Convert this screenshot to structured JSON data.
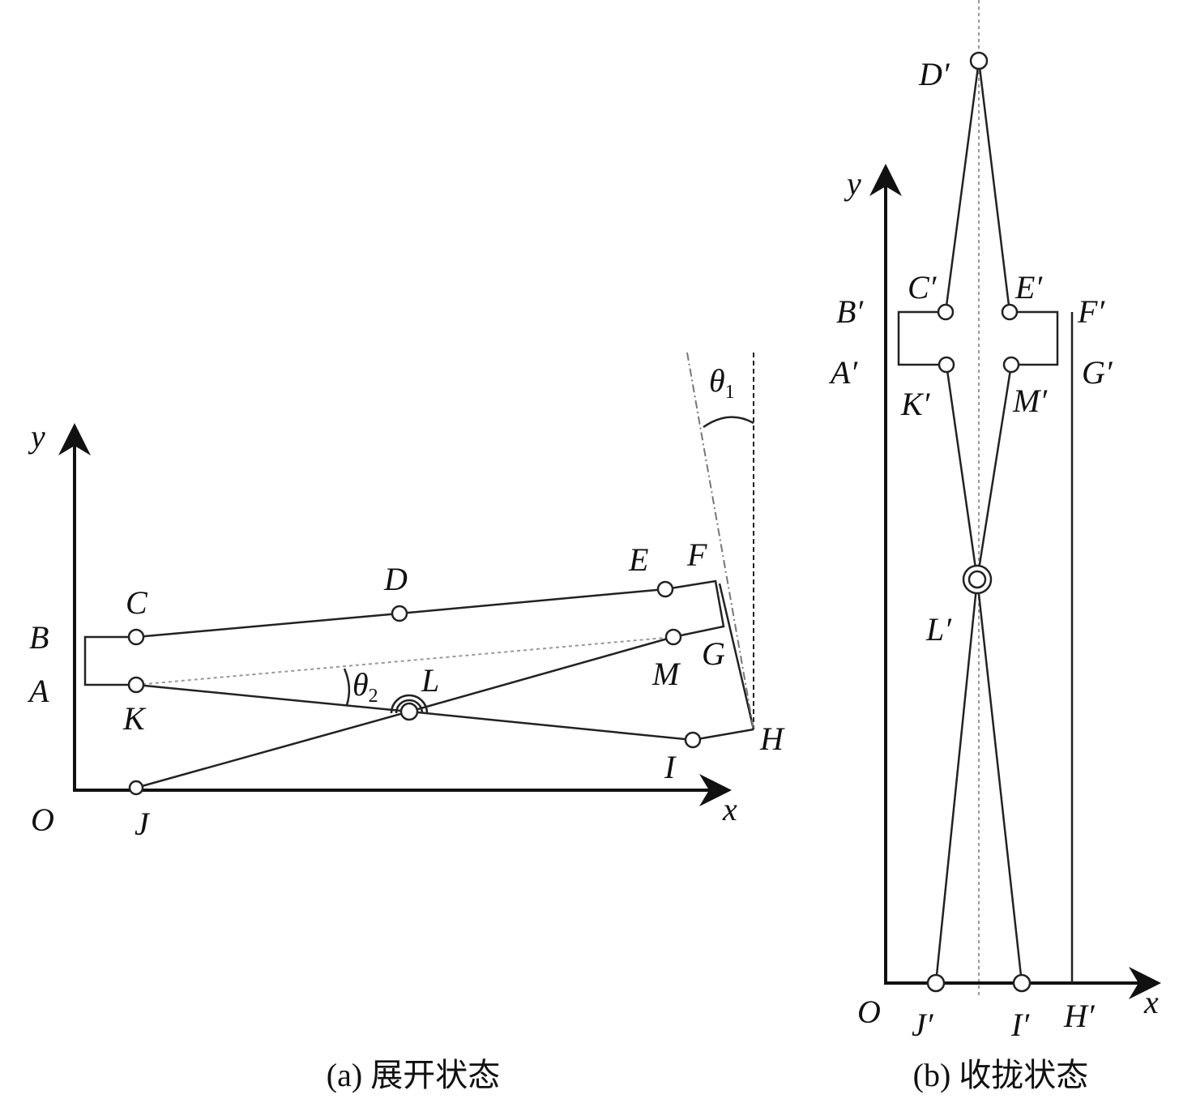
{
  "panel_a": {
    "caption": "(a) 展开状态",
    "labels": {
      "y": "y",
      "x": "x",
      "O": "O",
      "A": "A",
      "B": "B",
      "C": "C",
      "D": "D",
      "E": "E",
      "F": "F",
      "G": "G",
      "H": "H",
      "I": "I",
      "J": "J",
      "K": "K",
      "L": "L",
      "M": "M",
      "theta1": "θ",
      "theta1_sub": "1",
      "theta2": "θ",
      "theta2_sub": "2"
    }
  },
  "panel_b": {
    "caption": "(b) 收拢状态",
    "labels": {
      "y": "y",
      "x": "x",
      "O": "O",
      "A": "A′",
      "B": "B′",
      "C": "C′",
      "D": "D′",
      "E": "E′",
      "F": "F′",
      "G": "G′",
      "H": "H′",
      "I": "I′",
      "J": "J′",
      "K": "K′",
      "L": "L′",
      "M": "M′"
    }
  }
}
